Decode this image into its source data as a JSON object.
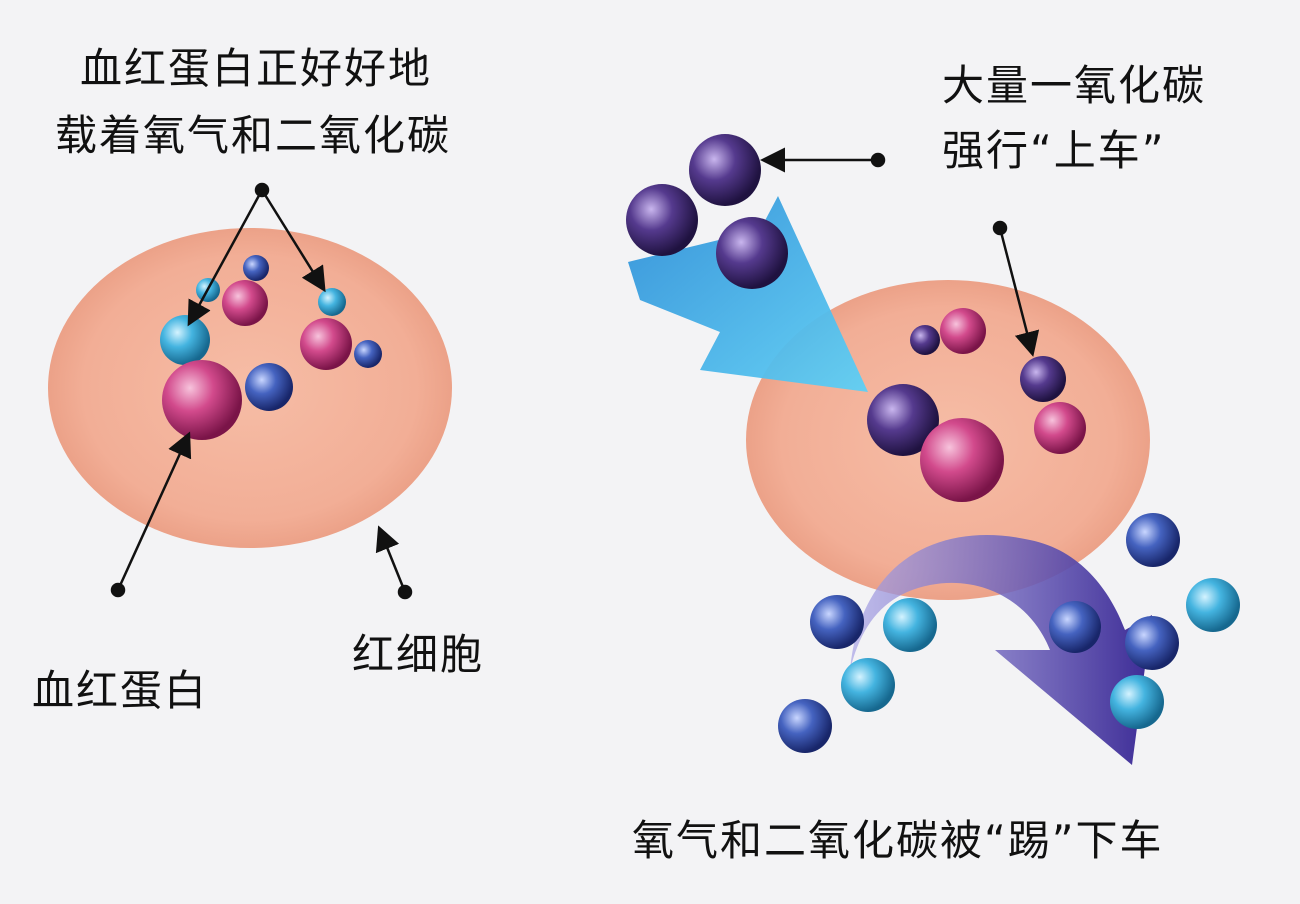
{
  "labels": {
    "left_top_line1": "血红蛋白正好好地",
    "left_top_line2": "载着氧气和二氧化碳",
    "hemoglobin": "血红蛋白",
    "red_blood_cell": "红细胞",
    "right_top_line1": "大量一氧化碳",
    "right_top_line2": "强行“上车”",
    "bottom": "氧气和二氧化碳被“踢”下车"
  },
  "colors": {
    "background": "#f3f3f5",
    "cell": "#f0ae98",
    "pink_molecule": "#c2387a",
    "cyan_molecule": "#3aa9d8",
    "blue_molecule": "#3a55b0",
    "purple_molecule": "#4a2f80",
    "arrow_cyan": "#3cb4e6",
    "arrow_purple": "#4535a0"
  }
}
